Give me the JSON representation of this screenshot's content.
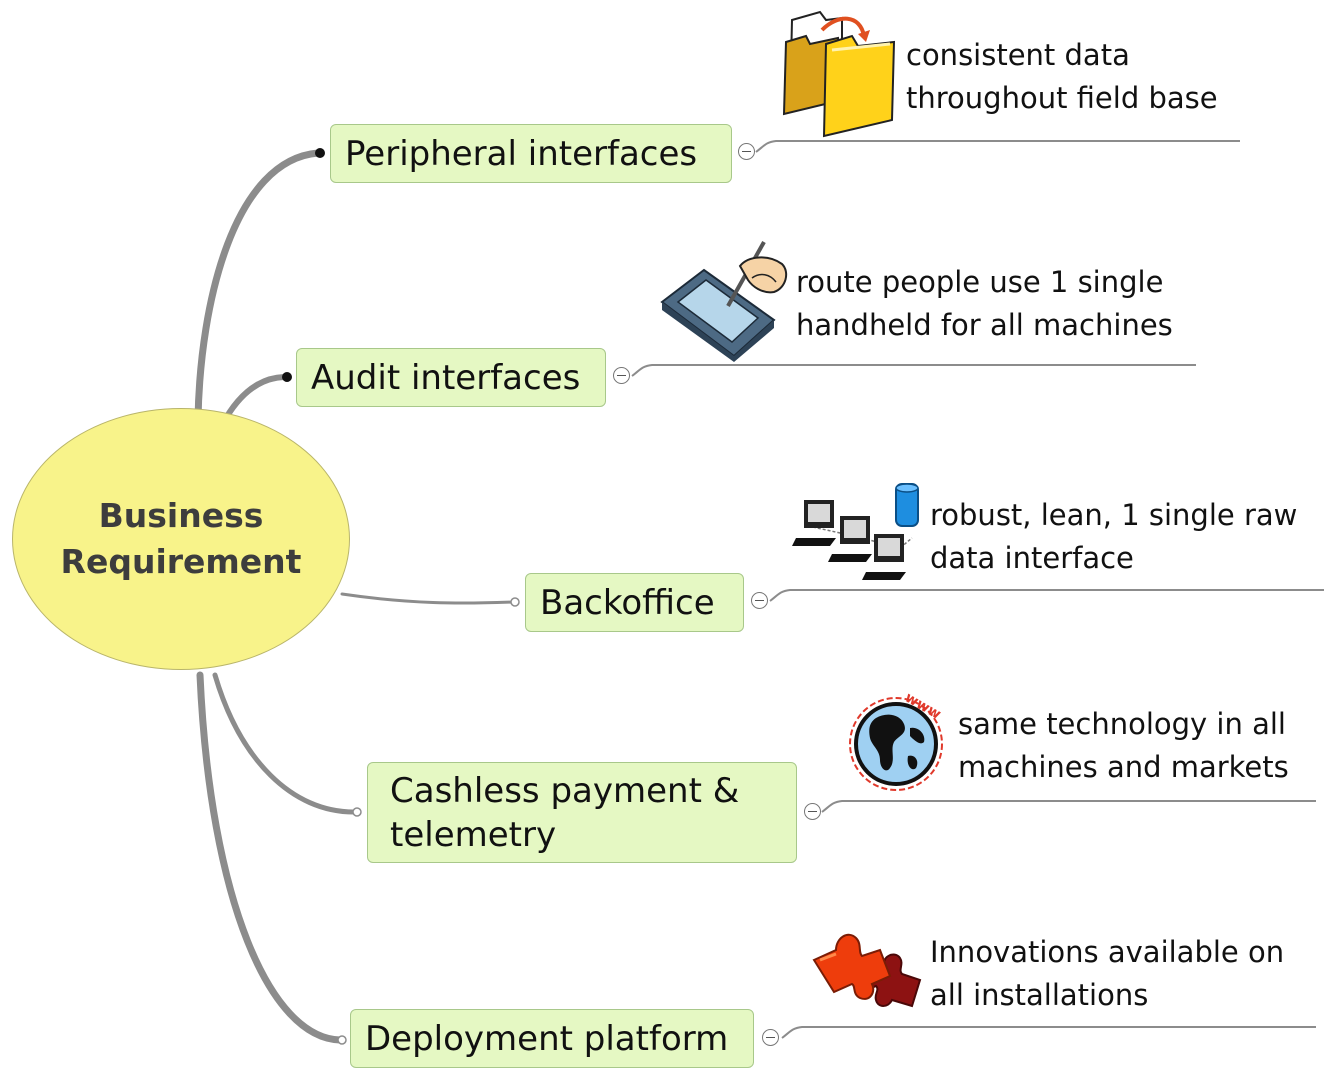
{
  "central": {
    "label": "Business\nRequirement"
  },
  "branches": [
    {
      "label": "Peripheral interfaces",
      "note": "consistent data\nthroughout field base",
      "icon": "folders-icon"
    },
    {
      "label": "Audit interfaces",
      "note": "route people use 1 single\nhandheld for all machines",
      "icon": "handheld-pen-icon"
    },
    {
      "label": "Backoffice",
      "note": "robust, lean, 1 single raw\ndata interface",
      "icon": "network-database-icon"
    },
    {
      "label": "Cashless payment &\ntelemetry",
      "note": "same technology in all\nmachines and markets",
      "icon": "globe-www-icon"
    },
    {
      "label": "Deployment platform",
      "note": "Innovations available on\nall installations",
      "icon": "puzzle-pieces-icon"
    }
  ],
  "colors": {
    "central_fill": "#f8f38a",
    "topic_fill": "#e5f8c3",
    "connector": "#8c8c8c"
  }
}
